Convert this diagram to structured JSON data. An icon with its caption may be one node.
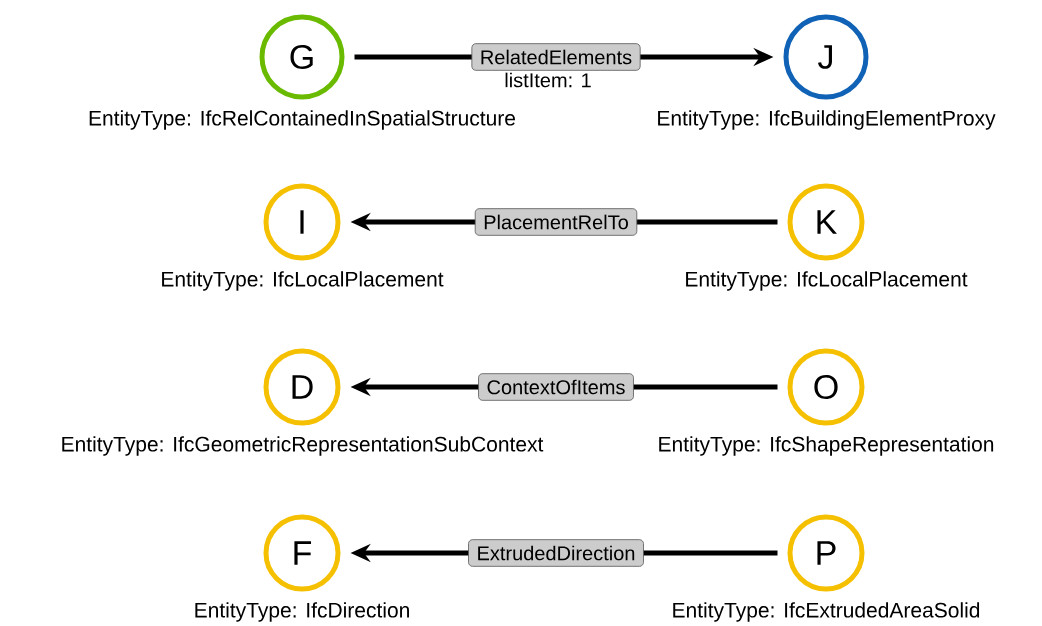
{
  "diagram": {
    "nodes": [
      {
        "text": [
          "G"
        ],
        "beside": [
          "EntityType: IfcRelContainedInSpatialStructure"
        ]
      },
      {
        "text": [
          "J"
        ],
        "beside": [
          "EntityType: IfcBuildingElementProxy"
        ]
      },
      {
        "text": [
          "I"
        ],
        "beside": [
          "EntityType: IfcLocalPlacement"
        ]
      },
      {
        "text": [
          "K"
        ],
        "beside": [
          "EntityType: IfcLocalPlacement"
        ]
      },
      {
        "text": [
          "D"
        ],
        "beside": [
          "EntityType: IfcGeometricRepresentationSubContext"
        ]
      },
      {
        "text": [
          "O"
        ],
        "beside": [
          "EntityType: IfcShapeRepresentation"
        ]
      },
      {
        "text": [
          "F"
        ],
        "beside": [
          "EntityType: IfcDirection"
        ]
      },
      {
        "text": [
          "P"
        ],
        "beside": [
          "EntityType: IfcExtrudedAreaSolid"
        ]
      }
    ],
    "edges": [
      {
        "from": 0,
        "to": 1,
        "arrow": "to",
        "label": "RelatedElements"
      },
      {
        "from": 3,
        "to": 2,
        "arrow": "to",
        "label": "PlacementRelTo"
      },
      {
        "from": 5,
        "to": 4,
        "arrow": "to",
        "label": "ContextOfItems"
      },
      {
        "from": 7,
        "to": 6,
        "arrow": "to",
        "label": "ExtrudedDirection"
      }
    ],
    "labels": [
      "listItem: 1"
    ]
  }
}
